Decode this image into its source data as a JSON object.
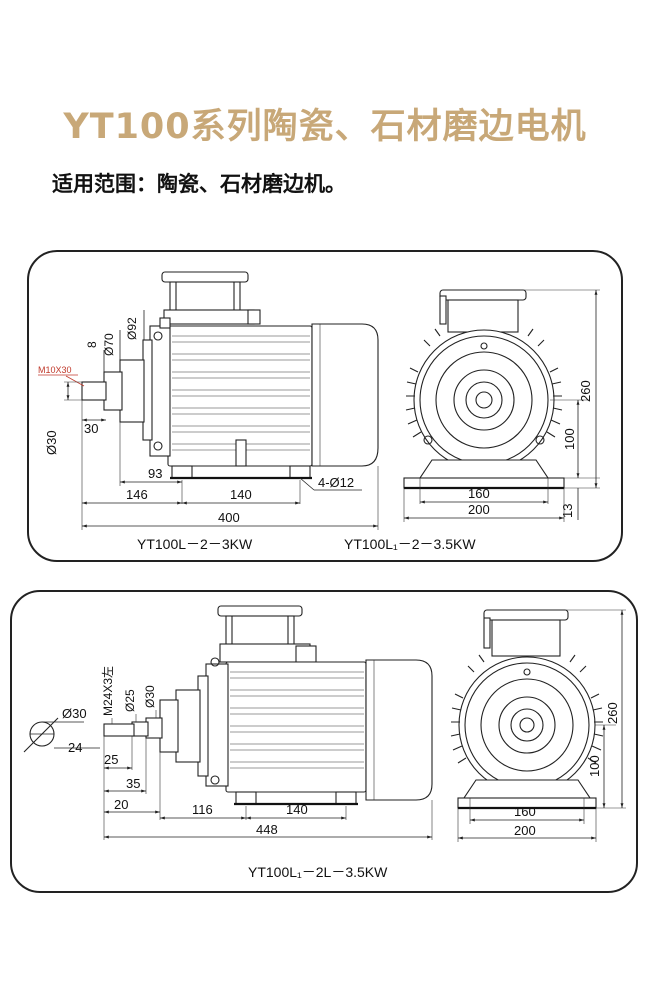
{
  "page": {
    "title": "YT100系列陶瓷、石材磨边电机",
    "subtitle": "适用范围：陶瓷、石材磨边机。",
    "accent_color": "#c8a878"
  },
  "drawing1": {
    "dims": {
      "d8": "8",
      "d70": "Ø70",
      "d92": "Ø92",
      "m10": "M10X30",
      "d30": "Ø30",
      "d30b": "30",
      "d93": "93",
      "d146": "146",
      "d140": "140",
      "d4d12": "4-Ø12",
      "d400": "400",
      "d260": "260",
      "d100": "100",
      "d13": "13",
      "d160": "160",
      "d200": "200"
    },
    "models": [
      "YT100L－2－3KW",
      "YT100L₁－2－3.5KW"
    ]
  },
  "drawing2": {
    "dims": {
      "m24": "M24X3左",
      "d25": "Ø25",
      "d30": "Ø30",
      "d30b": "Ø30",
      "d24": "24",
      "d25b": "25",
      "d35": "35",
      "d20": "20",
      "d116": "116",
      "d140": "140",
      "d448": "448",
      "d260": "260",
      "d100": "100",
      "d160": "160",
      "d200": "200"
    },
    "model": "YT100L₁－2L－3.5KW"
  }
}
